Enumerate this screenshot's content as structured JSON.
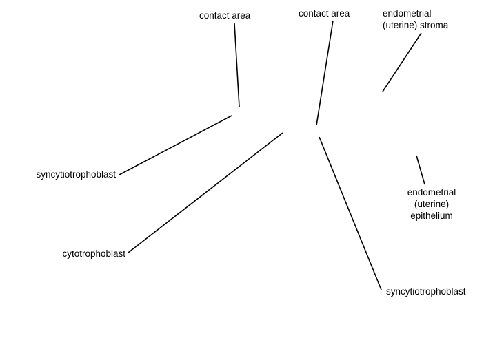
{
  "labels": {
    "contact_area_1": "contact area",
    "contact_area_2": "contact area",
    "endometrial_stroma": "endometrial\n(uterine) stroma",
    "syncytiotrophoblast_left": "syncytiotrophoblast",
    "cytotrophoblast": "cytotrophoblast",
    "endometrial_epithelium": "endometrial\n(uterine)\nepithelium",
    "syncytiotrophoblast_right": "syncytiotrophoblast"
  },
  "colors": {
    "line": "#000000",
    "text": "#000000",
    "background": "#ffffff"
  }
}
